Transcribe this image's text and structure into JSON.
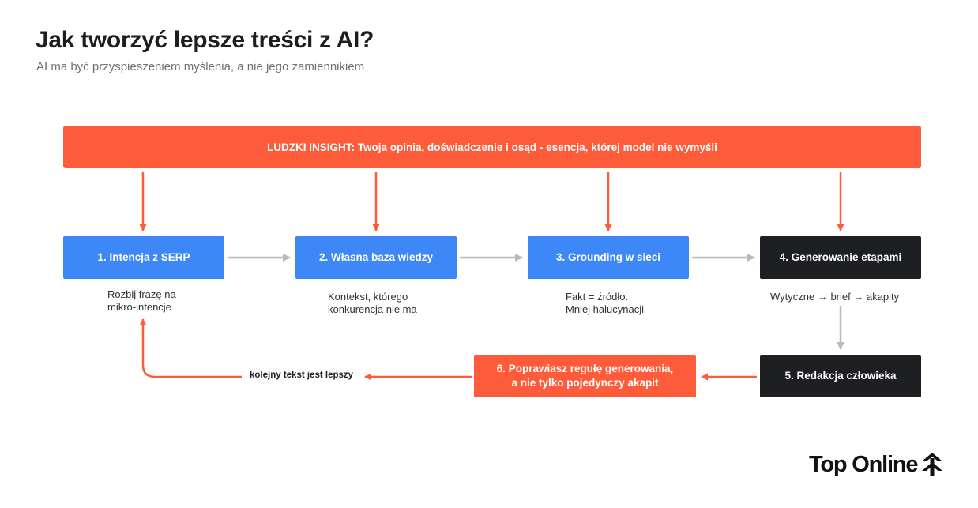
{
  "header": {
    "title": "Jak tworzyć lepsze treści z AI?",
    "subtitle": "AI ma być przyspieszeniem myślenia, a nie jego zamiennikiem"
  },
  "banner": {
    "text": "LUDZKI INSIGHT: Twoja opinia, doświadczenie i osąd - esencja, której model nie wymyśli"
  },
  "steps": [
    {
      "label": "1. Intencja z SERP",
      "note": [
        "Rozbij frazę na",
        "mikro-intencje"
      ]
    },
    {
      "label": "2. Własna baza wiedzy",
      "note": [
        "Kontekst, którego",
        "konkurencja nie ma"
      ]
    },
    {
      "label": "3. Grounding w sieci",
      "note": [
        "Fakt = źródło.",
        "Mniej halucynacji"
      ]
    },
    {
      "label": "4. Generowanie etapami",
      "note": [
        "Wytyczne → brief → akapity"
      ]
    },
    {
      "label": "5. Redakcja człowieka"
    },
    {
      "label_lines": [
        "6. Poprawiasz regułę generowania,",
        "a nie tylko pojedynczy akapit"
      ]
    }
  ],
  "loop": {
    "label": "kolejny tekst jest lepszy"
  },
  "brand": {
    "name": "Top Online"
  },
  "colors": {
    "accent_orange": "#fd5b39",
    "step_blue": "#3d87f6",
    "step_dark": "#1d1f22",
    "arrow_gray": "#b9babd"
  }
}
